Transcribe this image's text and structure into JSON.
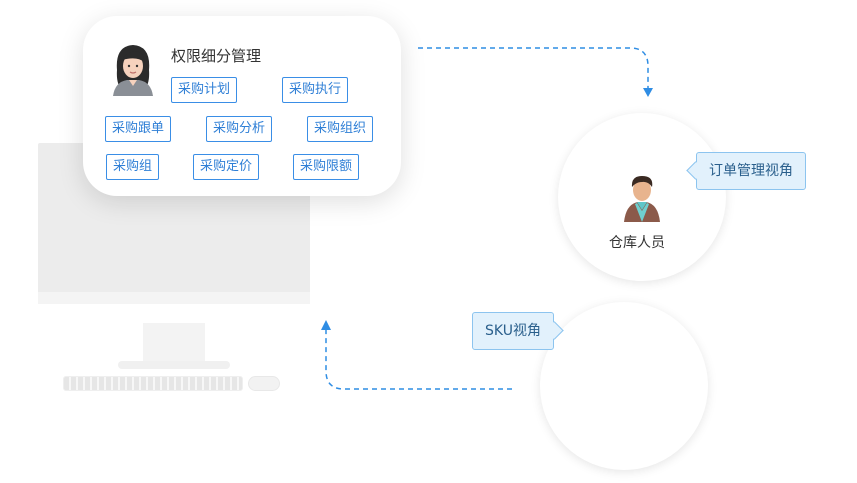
{
  "permission_card": {
    "title": "权限细分管理",
    "tags": [
      "采购计划",
      "采购执行",
      "采购跟单",
      "采购分析",
      "采购组织",
      "采购组",
      "采购定价",
      "采购限额"
    ]
  },
  "warehouse": {
    "role_label": "仓库人员",
    "view_callout": "订单管理视角"
  },
  "sku": {
    "view_callout": "SKU视角"
  },
  "colors": {
    "accent_blue": "#3a8ee6",
    "callout_bg": "#e2f1fc",
    "connector": "#2f8de4"
  },
  "icons": {
    "female_user": "female-avatar-icon",
    "male_user": "male-avatar-icon",
    "monitor": "monitor-illustration",
    "arrow": "arrow-head-icon"
  }
}
